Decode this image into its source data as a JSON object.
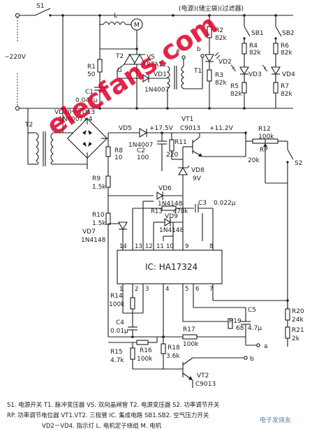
{
  "header": {
    "group_title": "(电源)(储尘袋)(过滤器)"
  },
  "mains": {
    "voltage": "~220V"
  },
  "labels": {
    "S1": "S1",
    "S2": "S2",
    "L": "L",
    "M": "M",
    "T1": "T1",
    "T2_pulse": "T2",
    "T2": "T2",
    "G": "G",
    "VS": "VS",
    "VS_part": "BTA12",
    "VD1": "VD1",
    "VD1_part": "1N4007",
    "R1": "R1",
    "R1_val": "50",
    "C1": "C1",
    "C1_val": "0.047μ",
    "R2": "R2",
    "R2_val": "82k",
    "R3": "R3",
    "R3_val": "82k",
    "R4": "R4",
    "R4_val": "82k",
    "R5": "R5",
    "R5_val": "82k",
    "R6": "R6",
    "R6_val": "82k",
    "R7": "R7",
    "R7_val": "82k",
    "VD2": "VD2",
    "VD3": "VD3",
    "VD4": "VD4",
    "SB1": "SB1",
    "SB2": "SB2",
    "VD10_13": "VD10～VD13",
    "VD10_13_part": "1N4007×4",
    "VD5": "VD5",
    "VD5_part": "1N4007",
    "R8": "R8",
    "R8_val": "10",
    "C2": "C2",
    "C2_val": "100",
    "V175": "+17.5V",
    "VT1": "VT1",
    "VT1_part": "C9013",
    "V112": "+11.2V",
    "R11": "R11",
    "R11_val": "220",
    "VD8": "VD8",
    "VD8_val": "9V",
    "R12": "R12",
    "R12_val": "100k",
    "RP": "RP",
    "RP_val": "20k",
    "R9": "R9",
    "R9_val": "1.5k",
    "VD6": "VD6",
    "VD6_part": "1N4148",
    "R13": "R13",
    "R13_val": "470k",
    "C3": "C3",
    "C3_val": "0.022μ",
    "VD9": "VD9",
    "VD9_part": "1N4148",
    "R10": "R10",
    "R10_val": "1.5k",
    "VD7": "VD7",
    "VD7_part": "1N4148",
    "IC": "IC: HA17324",
    "R14": "R14",
    "R14_val": "100k",
    "C4": "C4",
    "C4_val": "0.01μ",
    "R19": "R19",
    "R19_val": "68",
    "C5": "C5",
    "C5_val": "4.7μ",
    "R20": "R20",
    "R20_val": "24k",
    "R21": "R21",
    "R21_val": "2k",
    "R16": "R16",
    "R16_val": "100k",
    "R17": "R17",
    "R17_val": "100k",
    "R18": "R18",
    "R18_val": "3.6k",
    "R15": "R15",
    "R15_val": "4.7k",
    "VT2": "VT2",
    "VT2_part": "C9013",
    "node_a": "a",
    "node_b": "b",
    "node_a2": "a",
    "node_b2": "b"
  },
  "ic_pins": {
    "top": [
      "14",
      "13",
      "12",
      "11",
      "10",
      "9",
      "8"
    ],
    "bottom": [
      "1",
      "2",
      "3",
      "4",
      "5",
      "6",
      "7"
    ]
  },
  "legend": {
    "line1": "S1. 电源开关   T1. 脉冲变压器   VS. 双向晶闸管   T2. 电源变压器   S2. 功率调节开关",
    "line2": "RP. 功率调节电位器   VT1.VT2. 三极管   IC. 集成电路   SB1.SB2. 空气压力开关",
    "line3": "VD2－VD4. 指示灯   L. 电机定子绕组   M. 电机"
  },
  "watermark": {
    "main": "elecfans.com",
    "corner": "电子发烧友"
  }
}
